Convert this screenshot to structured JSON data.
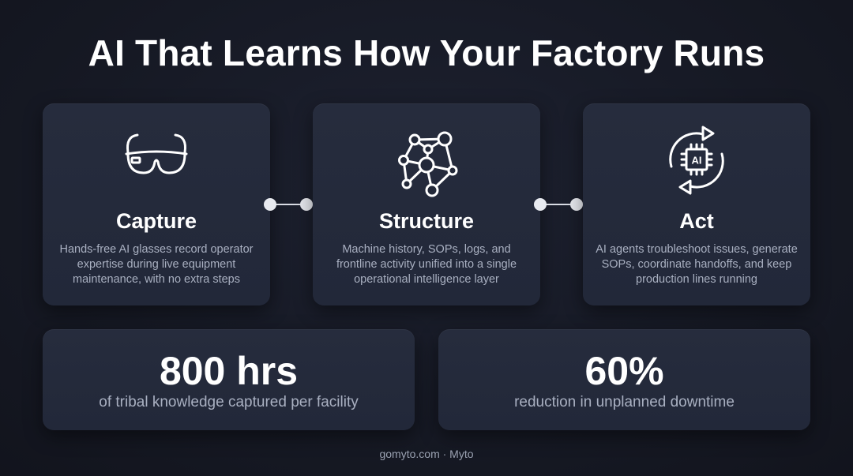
{
  "title": "AI That Learns How Your Factory Runs",
  "steps": [
    {
      "icon": "ai-glasses-icon",
      "title": "Capture",
      "description": "Hands-free AI glasses record operator expertise during live equipment maintenance, with no extra steps"
    },
    {
      "icon": "network-graph-icon",
      "title": "Structure",
      "description": "Machine history, SOPs, logs, and frontline activity unified into a single operational intelligence layer"
    },
    {
      "icon": "ai-chip-cycle-icon",
      "icon_text": "AI",
      "title": "Act",
      "description": "AI agents troubleshoot issues, generate SOPs, coordinate handoffs, and keep production lines running"
    }
  ],
  "stats": [
    {
      "value": "800 hrs",
      "label": "of tribal knowledge captured per facility"
    },
    {
      "value": "60%",
      "label": "reduction in unplanned downtime"
    }
  ],
  "footer": "gomyto.com · Myto",
  "colors": {
    "background": "#161924",
    "card": "#242a3b",
    "text": "#ffffff",
    "muted": "#a9b0c1",
    "connector": "#e8eaf0"
  }
}
